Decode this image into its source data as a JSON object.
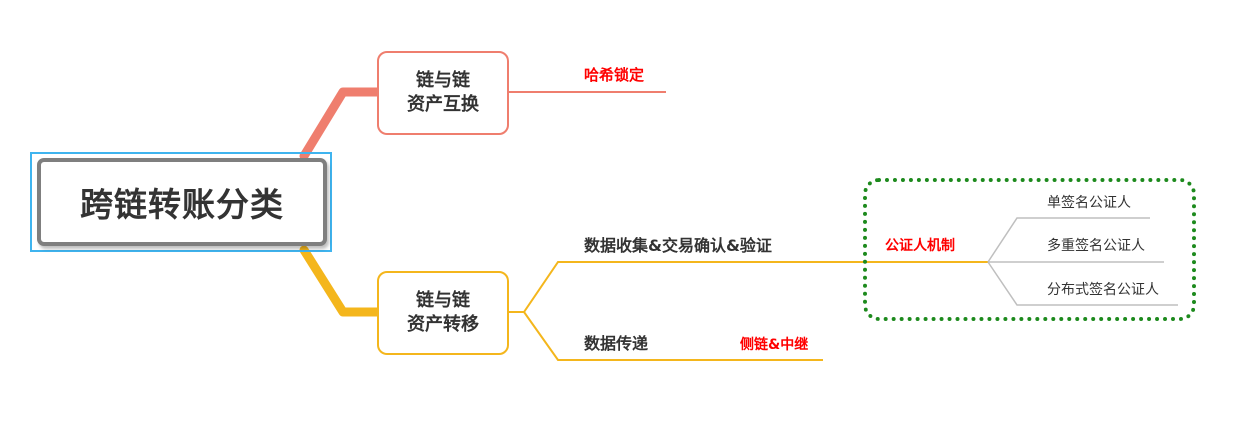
{
  "root": {
    "label": "跨链转账分类"
  },
  "branches": {
    "swap": {
      "line1": "链与链",
      "line2": "资产互换",
      "child": "哈希锁定",
      "color": "#ef7e6e"
    },
    "transfer": {
      "line1": "链与链",
      "line2": "资产转移",
      "color": "#f4b61c",
      "children": {
        "data_collect": "数据收集&交易确认&验证",
        "data_pass": "数据传递",
        "data_pass_method": "侧链&中继",
        "notary": {
          "label": "公证人机制",
          "items": [
            "单签名公证人",
            "多重签名公证人",
            "分布式签名公证人"
          ]
        }
      }
    }
  },
  "colors": {
    "root_frame": "#3fb4ef",
    "root_border": "#7f7f7f",
    "notary_frame": "#1d8a1d",
    "leaf_line": "#bfbfbf",
    "red_text": "#ff0000"
  }
}
